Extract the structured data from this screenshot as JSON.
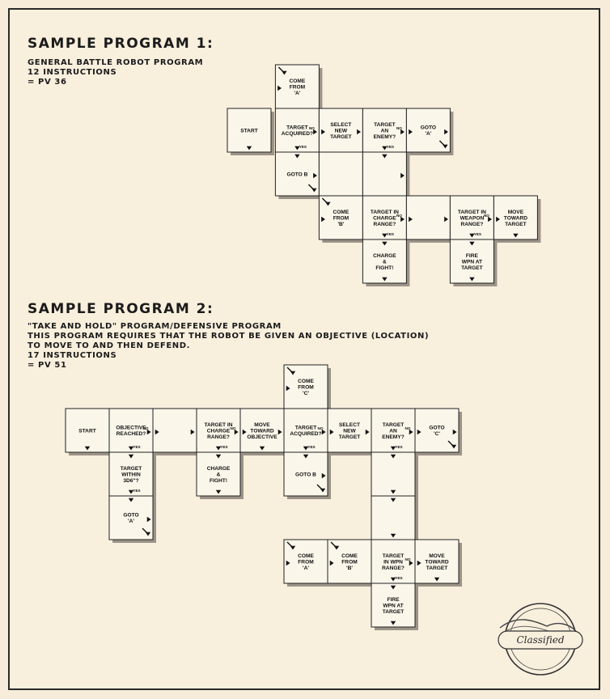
{
  "program1": {
    "heading": "SAMPLE PROGRAM 1:",
    "lines": [
      "GENERAL BATTLE ROBOT PROGRAM",
      "12 INSTRUCTIONS",
      "= PV 36"
    ]
  },
  "program2": {
    "heading": "SAMPLE PROGRAM 2:",
    "lines": [
      "\"TAKE AND HOLD\" PROGRAM/DEFENSIVE PROGRAM",
      "THIS PROGRAM REQUIRES THAT THE ROBOT BE GIVEN AN OBJECTIVE (LOCATION)",
      "TO MOVE TO AND THEN DEFEND.",
      "17 INSTRUCTIONS",
      "= PV 51"
    ]
  },
  "labels": {
    "no": "NO",
    "yes": "YES"
  },
  "cells1": [
    {
      "id": "p1-come-from-a",
      "text": [
        "COME",
        "FROM",
        "'A'"
      ]
    },
    {
      "id": "p1-start",
      "text": [
        "START"
      ]
    },
    {
      "id": "p1-target-acquired",
      "text": [
        "TARGET",
        "ACQUIRED?"
      ],
      "no": true,
      "yes": true
    },
    {
      "id": "p1-select-new-target",
      "text": [
        "SELECT",
        "NEW",
        "TARGET"
      ]
    },
    {
      "id": "p1-target-an-enemy",
      "text": [
        "TARGET",
        "AN",
        "ENEMY?"
      ],
      "no": true,
      "yes": true
    },
    {
      "id": "p1-goto-a",
      "text": [
        "GOTO",
        "'A'"
      ]
    },
    {
      "id": "p1-goto-b",
      "text": [
        "GOTO B"
      ]
    },
    {
      "id": "p1-blank-1",
      "text": []
    },
    {
      "id": "p1-blank-2",
      "text": []
    },
    {
      "id": "p1-come-from-b",
      "text": [
        "COME",
        "FROM",
        "'B'"
      ]
    },
    {
      "id": "p1-target-in-charge-range",
      "text": [
        "TARGET IN",
        "CHARGE",
        "RANGE?"
      ],
      "no": true,
      "yes": true
    },
    {
      "id": "p1-blank-3",
      "text": []
    },
    {
      "id": "p1-target-in-weapon-range",
      "text": [
        "TARGET IN",
        "WEAPON",
        "RANGE?"
      ],
      "no": true,
      "yes": true
    },
    {
      "id": "p1-move-toward-target",
      "text": [
        "MOVE",
        "TOWARD",
        "TARGET"
      ]
    },
    {
      "id": "p1-charge-fight",
      "text": [
        "CHARGE",
        "&",
        "FIGHT!"
      ]
    },
    {
      "id": "p1-fire-wpn",
      "text": [
        "FIRE",
        "WPN AT",
        "TARGET"
      ]
    }
  ],
  "cells2": [
    {
      "id": "p2-come-from-c",
      "text": [
        "COME",
        "FROM",
        "'C'"
      ]
    },
    {
      "id": "p2-start",
      "text": [
        "START"
      ]
    },
    {
      "id": "p2-objective-reached",
      "text": [
        "OBJECTIVE",
        "REACHED?"
      ],
      "no": true,
      "yes": true
    },
    {
      "id": "p2-blank-1",
      "text": []
    },
    {
      "id": "p2-target-in-charge-range",
      "text": [
        "TARGET IN",
        "CHARGE",
        "RANGE?"
      ],
      "no": true,
      "yes": true
    },
    {
      "id": "p2-move-toward-objective",
      "text": [
        "MOVE",
        "TOWARD",
        "OBJECTIVE"
      ]
    },
    {
      "id": "p2-target-acquired",
      "text": [
        "TARGET",
        "ACQUIRED?"
      ],
      "no": true,
      "yes": true
    },
    {
      "id": "p2-select-new-target",
      "text": [
        "SELECT",
        "NEW",
        "TARGET"
      ]
    },
    {
      "id": "p2-target-an-enemy",
      "text": [
        "TARGET",
        "AN",
        "ENEMY?"
      ],
      "no": true,
      "yes": true
    },
    {
      "id": "p2-goto-c",
      "text": [
        "GOTO",
        "'C'"
      ]
    },
    {
      "id": "p2-target-within-3d6",
      "text": [
        "TARGET",
        "WITHIN",
        "3D6\"?"
      ],
      "yes": true
    },
    {
      "id": "p2-charge-fight",
      "text": [
        "CHARGE",
        "&",
        "FIGHT!"
      ]
    },
    {
      "id": "p2-goto-b",
      "text": [
        "GOTO B"
      ]
    },
    {
      "id": "p2-blank-2",
      "text": []
    },
    {
      "id": "p2-goto-a",
      "text": [
        "GOTO",
        "'A'"
      ]
    },
    {
      "id": "p2-blank-3",
      "text": []
    },
    {
      "id": "p2-come-from-a",
      "text": [
        "COME",
        "FROM",
        "'A'"
      ]
    },
    {
      "id": "p2-come-from-b",
      "text": [
        "COME",
        "FROM",
        "'B'"
      ]
    },
    {
      "id": "p2-target-in-wpn-range",
      "text": [
        "TARGET",
        "IN WPN",
        "RANGE?"
      ],
      "no": true,
      "yes": true
    },
    {
      "id": "p2-move-toward-target",
      "text": [
        "MOVE",
        "TOWARD",
        "TARGET"
      ]
    },
    {
      "id": "p2-fire-wpn",
      "text": [
        "FIRE",
        "WPN AT",
        "TARGET"
      ]
    }
  ],
  "stamp": {
    "text": "Classified"
  }
}
